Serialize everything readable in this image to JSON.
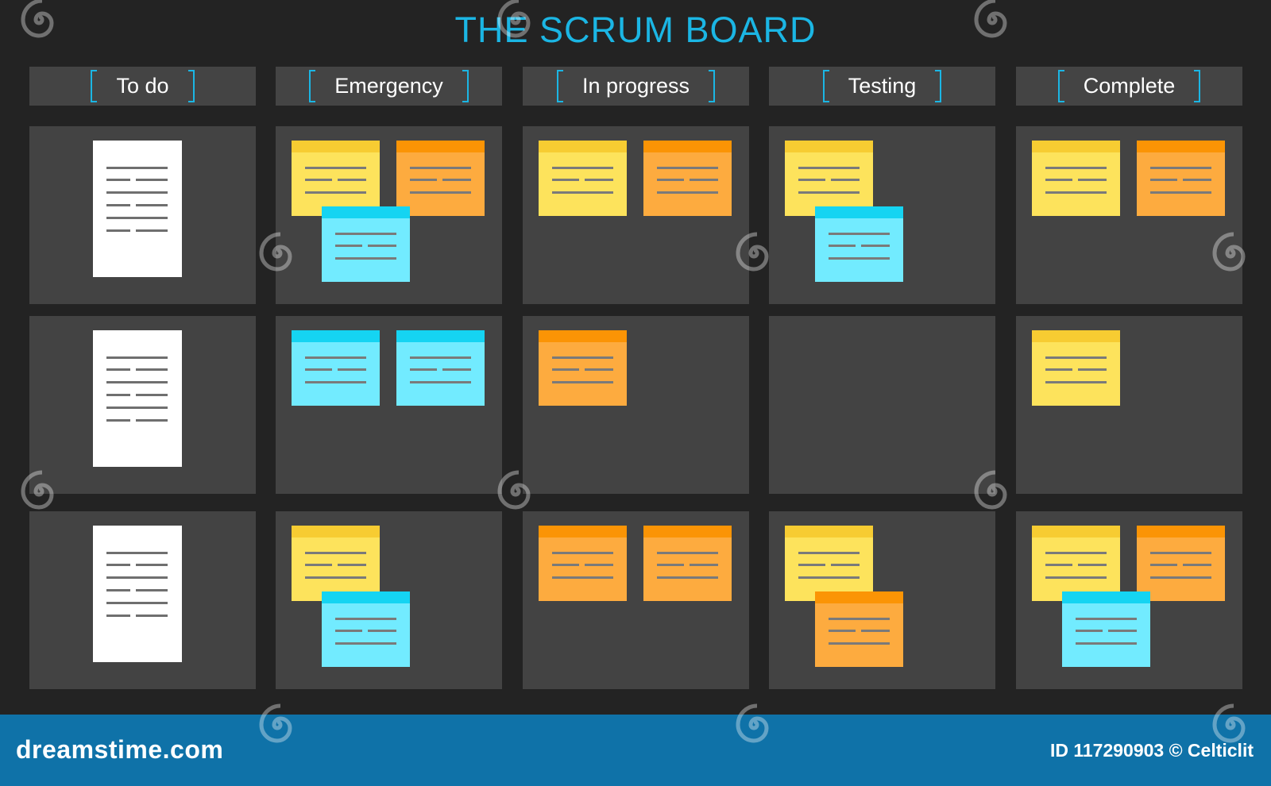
{
  "title": "THE SCRUM BOARD",
  "columns": [
    {
      "label": "To do"
    },
    {
      "label": "Emergency"
    },
    {
      "label": "In progress"
    },
    {
      "label": "Testing"
    },
    {
      "label": "Complete"
    }
  ],
  "colors": {
    "accent": "#1bb6e4",
    "yellow": "#fde35c",
    "yellow_band": "#f7cc32",
    "orange": "#fdab3f",
    "orange_band": "#fb9405",
    "blue": "#72ebff",
    "blue_band": "#15d4f2"
  },
  "rows": [
    {
      "cells": [
        {
          "document": true,
          "notes": []
        },
        {
          "notes": [
            "yellow",
            "orange",
            "blue"
          ]
        },
        {
          "notes": [
            "yellow",
            "orange"
          ]
        },
        {
          "notes": [
            "yellow",
            "blue"
          ]
        },
        {
          "notes": [
            "yellow",
            "orange"
          ]
        }
      ]
    },
    {
      "cells": [
        {
          "document": true,
          "notes": []
        },
        {
          "notes": [
            "blue",
            "blue"
          ]
        },
        {
          "notes": [
            "orange"
          ]
        },
        {
          "notes": []
        },
        {
          "notes": [
            "yellow"
          ]
        }
      ]
    },
    {
      "cells": [
        {
          "document": true,
          "notes": []
        },
        {
          "notes": [
            "yellow",
            "blue"
          ]
        },
        {
          "notes": [
            "orange",
            "orange"
          ]
        },
        {
          "notes": [
            "yellow",
            "orange"
          ]
        },
        {
          "notes": [
            "yellow",
            "orange",
            "blue"
          ]
        }
      ]
    }
  ],
  "watermark_icon": "spiral-logo-icon",
  "footer": {
    "brand": "dreamstime.com",
    "credit": "ID 117290903 © Celticlit"
  }
}
